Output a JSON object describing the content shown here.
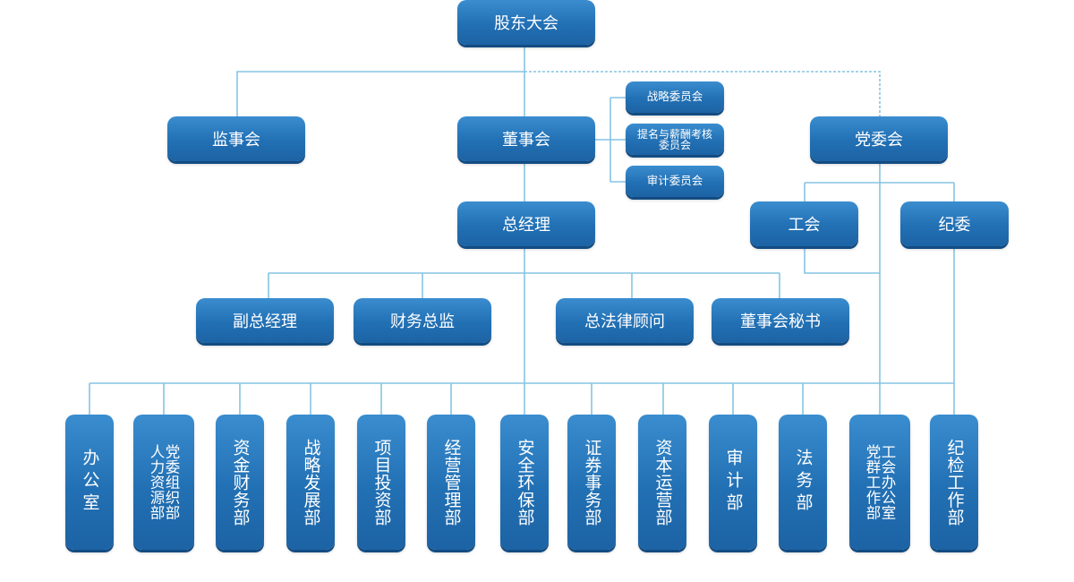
{
  "colors": {
    "box_top": "#3a8dcf",
    "box_mid": "#2270b4",
    "box_bottom": "#1c63a4",
    "box_edge": "#134c82",
    "connector": "#86c4e3",
    "label": "#ffffff"
  },
  "org": {
    "shareholders_meeting": "股东大会",
    "board_of_supervisors": "监事会",
    "board_of_directors": "董事会",
    "party_committee": "党委会",
    "board_committees": [
      {
        "lines": [
          "战略委员会"
        ]
      },
      {
        "lines": [
          "提名与薪酬考核",
          "委员会"
        ]
      },
      {
        "lines": [
          "审计委员会"
        ]
      }
    ],
    "general_manager": "总经理",
    "labor_union": "工会",
    "discipline_committee": "纪委",
    "executives": [
      "副总经理",
      "财务总监",
      "总法律顾问",
      "董事会秘书"
    ],
    "departments": [
      {
        "lines": [
          "办公室"
        ]
      },
      {
        "lines": [
          "党委组织部",
          "人力资源部"
        ]
      },
      {
        "lines": [
          "资金财务部"
        ]
      },
      {
        "lines": [
          "战略发展部"
        ]
      },
      {
        "lines": [
          "项目投资部"
        ]
      },
      {
        "lines": [
          "经营管理部"
        ]
      },
      {
        "lines": [
          "安全环保部"
        ]
      },
      {
        "lines": [
          "证券事务部"
        ]
      },
      {
        "lines": [
          "资本运营部"
        ]
      },
      {
        "lines": [
          "审计部"
        ]
      },
      {
        "lines": [
          "法务部"
        ]
      },
      {
        "lines": [
          "工会办公室",
          "党群工作部"
        ]
      },
      {
        "lines": [
          "纪检工作部"
        ]
      }
    ]
  }
}
